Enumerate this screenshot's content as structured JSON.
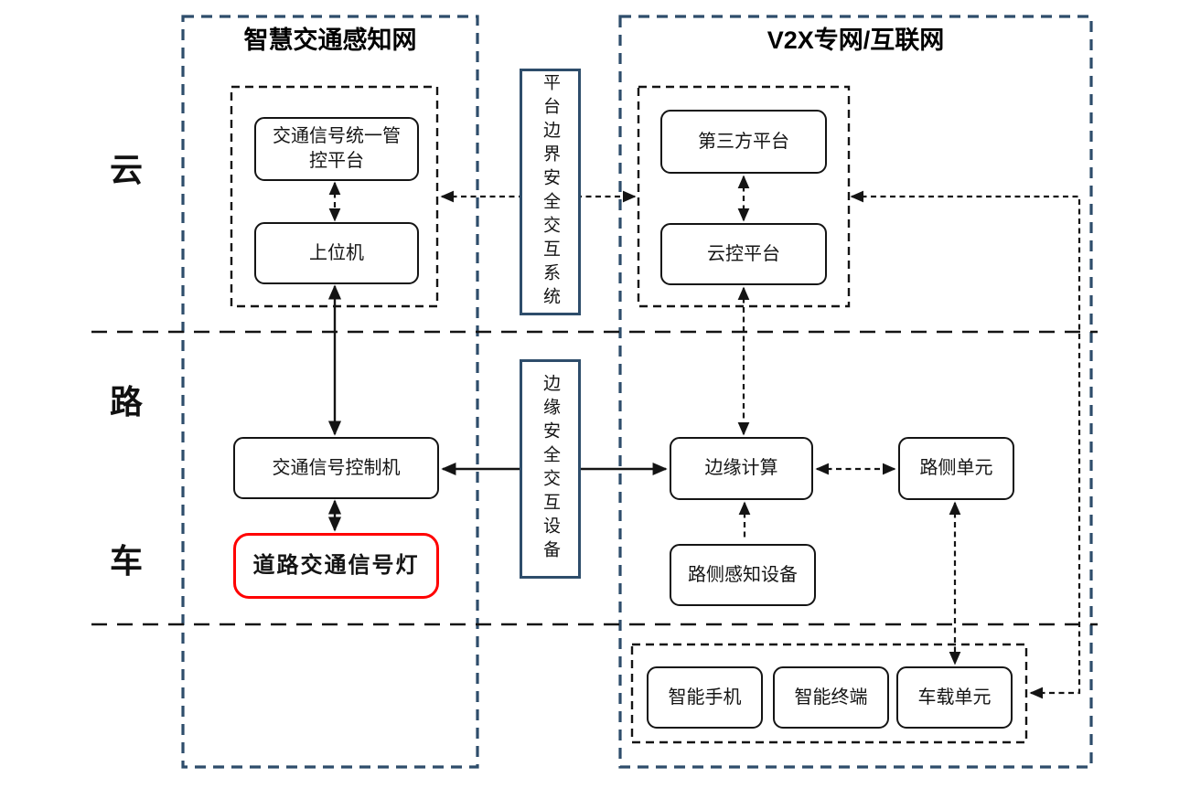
{
  "regions": {
    "left": {
      "title": "智慧交通感知网"
    },
    "right": {
      "title": "V2X专网/互联网"
    }
  },
  "row_labels": {
    "cloud": "云",
    "road": "路",
    "vehicle": "车"
  },
  "nodes": {
    "unified_control_platform": "交通信号统一管控平台",
    "host_computer": "上位机",
    "traffic_signal_controller": "交通信号控制机",
    "road_traffic_light": "道路交通信号灯",
    "platform_boundary_security_system": "平台边界安全交互系统",
    "edge_security_device": "边缘安全交互设备",
    "third_party_platform": "第三方平台",
    "cloud_control_platform": "云控平台",
    "edge_computing": "边缘计算",
    "roadside_unit": "路侧单元",
    "roadside_sensing_device": "路侧感知设备",
    "smartphone": "智能手机",
    "smart_terminal": "智能终端",
    "onboard_unit": "车载单元"
  },
  "edges": [
    {
      "from": "unified_control_platform",
      "to": "host_computer",
      "style": "dashed",
      "heads": "both"
    },
    {
      "from": "host_computer",
      "to": "traffic_signal_controller",
      "style": "solid",
      "heads": "both"
    },
    {
      "from": "traffic_signal_controller",
      "to": "road_traffic_light",
      "style": "solid",
      "heads": "both"
    },
    {
      "from": "left_cloud_group",
      "to": "right_platform_group",
      "via": "platform_boundary_security_system",
      "style": "dashed",
      "heads": "both"
    },
    {
      "from": "traffic_signal_controller",
      "to": "edge_computing",
      "via": "edge_security_device",
      "style": "solid",
      "heads": "both"
    },
    {
      "from": "third_party_platform",
      "to": "cloud_control_platform",
      "style": "dashed",
      "heads": "both"
    },
    {
      "from": "cloud_control_platform",
      "to": "edge_computing",
      "style": "dashed",
      "heads": "both"
    },
    {
      "from": "edge_computing",
      "to": "roadside_unit",
      "style": "dashed",
      "heads": "both"
    },
    {
      "from": "roadside_sensing_device",
      "to": "edge_computing",
      "style": "dashed",
      "heads": "end"
    },
    {
      "from": "roadside_unit",
      "to": "onboard_unit",
      "style": "dashed",
      "heads": "both"
    },
    {
      "from": "right_platform_group",
      "to": "vehicle_terminal_group",
      "style": "dashed",
      "heads": "both",
      "route": "L-shaped right side"
    }
  ],
  "colors": {
    "region_border": "#2e4d6b",
    "node_border": "#141414",
    "highlight_border": "#ff0000",
    "text": "#141414",
    "background": "#ffffff"
  }
}
